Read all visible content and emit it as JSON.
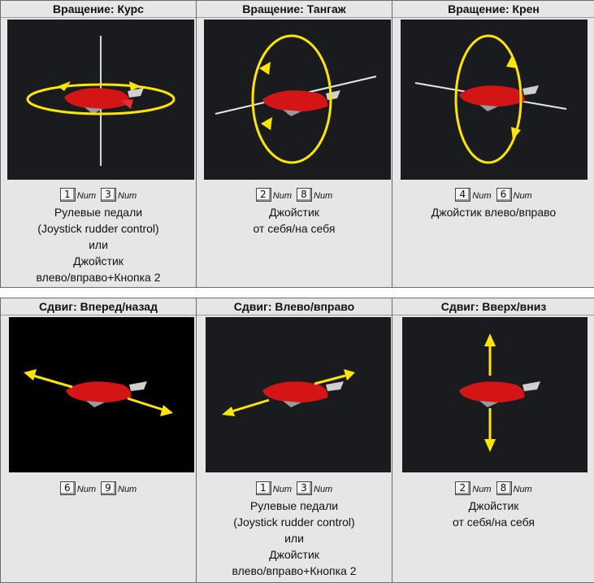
{
  "num_label": "Num",
  "rotation": {
    "cells": [
      {
        "title": "Вращение: Курс",
        "keys": [
          "1",
          "3"
        ],
        "lines": [
          "Рулевые педали",
          "(Joystick rudder control)",
          "или",
          "Джойстик",
          "влево/вправо+Кнопка 2"
        ]
      },
      {
        "title": "Вращение: Тангаж",
        "keys": [
          "2",
          "8"
        ],
        "lines": [
          "Джойстик",
          "от себя/на себя"
        ]
      },
      {
        "title": "Вращение: Крен",
        "keys": [
          "4",
          "6"
        ],
        "lines": [
          "Джойстик влево/вправо"
        ]
      }
    ]
  },
  "translation": {
    "cells": [
      {
        "title": "Сдвиг: Вперед/назад",
        "keys": [
          "6",
          "9"
        ],
        "lines": []
      },
      {
        "title": "Сдвиг: Влево/вправо",
        "keys": [
          "1",
          "3"
        ],
        "lines": [
          "Рулевые педали",
          "(Joystick rudder control)",
          "или",
          "Джойстик",
          "влево/вправо+Кнопка 2"
        ]
      },
      {
        "title": "Сдвиг: Вверх/вниз",
        "keys": [
          "2",
          "8"
        ],
        "lines": [
          "Джойстик",
          "от себя/на себя"
        ]
      }
    ]
  },
  "colors": {
    "accent": "#ffe500",
    "ship": "#d41515",
    "viewport": "#191b1f"
  }
}
